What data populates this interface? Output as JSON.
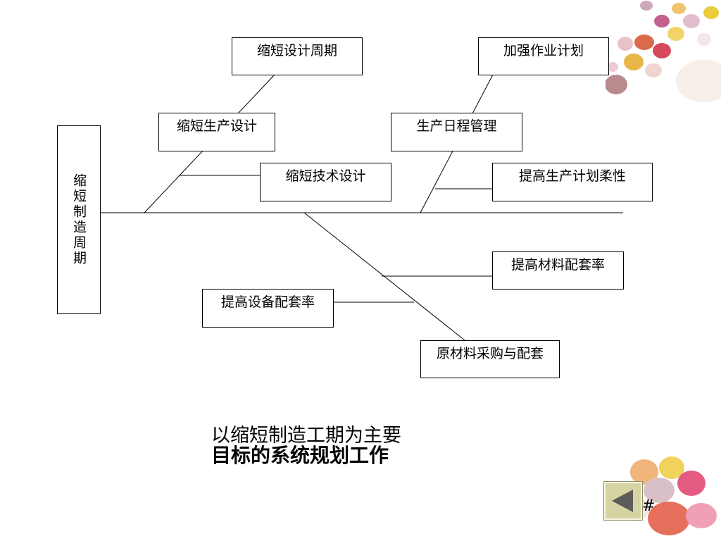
{
  "diagram": {
    "head": "缩短制造周期",
    "boxes": {
      "shorten_design_cycle": "缩短设计周期",
      "strengthen_work_plan": "加强作业计划",
      "shorten_production_design": "缩短生产设计",
      "production_schedule_mgmt": "生产日程管理",
      "shorten_technical_design": "缩短技术设计",
      "improve_plan_flexibility": "提高生产计划柔性",
      "improve_material_matching": "提高材料配套率",
      "improve_equipment_matching": "提高设备配套率",
      "raw_material_purchasing": "原材料采购与配套"
    }
  },
  "caption": {
    "line1": "以缩短制造工期为主要",
    "line2": "目标的系统规划工作"
  },
  "slide_number": "#",
  "icons": {
    "nav": "back-arrow-icon",
    "decor_top": "candy-eggs-decoration",
    "decor_bottom": "candy-eggs-decoration"
  },
  "colors": {
    "nav_fill": "#d7d4a4",
    "arrow": "#5c5c5c"
  }
}
